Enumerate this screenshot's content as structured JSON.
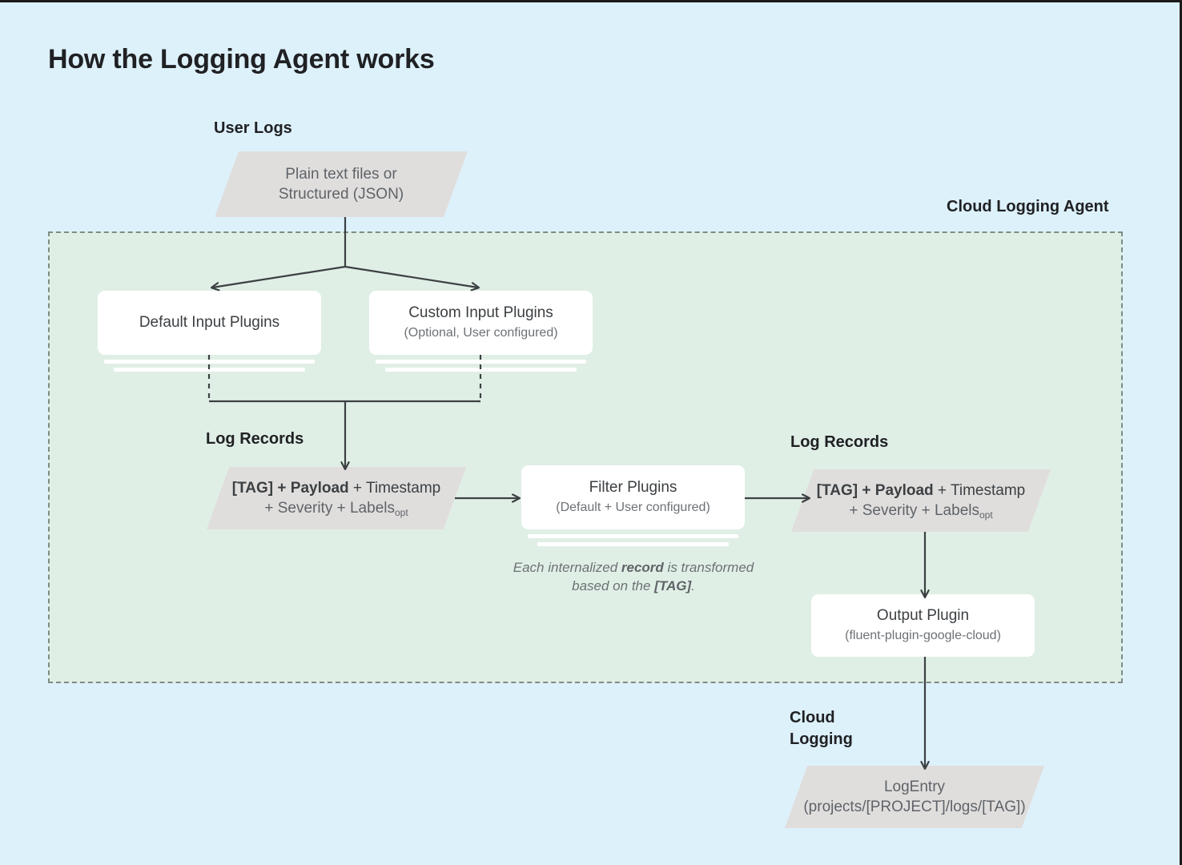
{
  "page": {
    "title": "How the Logging Agent works",
    "background_color": "#ddf1fb",
    "agent_container_color": "#e0efe6",
    "parallelogram_color": "#e0dedd",
    "card_color": "#ffffff",
    "line_color": "#3c4043"
  },
  "labels": {
    "user_logs": "User Logs",
    "cloud_logging_agent": "Cloud Logging Agent",
    "log_records_left": "Log Records",
    "log_records_right": "Log Records",
    "cloud_logging_line1": "Cloud",
    "cloud_logging_line2": "Logging"
  },
  "nodes": {
    "user_logs_source": {
      "line1": "Plain text files or",
      "line2": "Structured (JSON)"
    },
    "default_input_plugins": {
      "title": "Default Input Plugins",
      "subtitle": ""
    },
    "custom_input_plugins": {
      "title": "Custom Input Plugins",
      "subtitle": "(Optional, User configured)"
    },
    "log_record_left": {
      "bold": "[TAG] + Payload",
      "rest1": " + Timestamp",
      "line2": "+ Severity + Labels",
      "sub": "opt"
    },
    "filter_plugins": {
      "title": "Filter Plugins",
      "subtitle": "(Default + User configured)"
    },
    "log_record_right": {
      "bold": "[TAG] + Payload",
      "rest1": " + Timestamp",
      "line2": "+ Severity + Labels",
      "sub": "opt"
    },
    "output_plugin": {
      "title": "Output Plugin",
      "subtitle": "(fluent-plugin-google-cloud)"
    },
    "log_entry": {
      "line1": "LogEntry",
      "line2": "(projects/[PROJECT]/logs/[TAG])"
    }
  },
  "caption": {
    "pre": "Each internalized ",
    "bold1": "record",
    "mid": " is transformed based on the ",
    "bold2": "[TAG]",
    "post": "."
  }
}
